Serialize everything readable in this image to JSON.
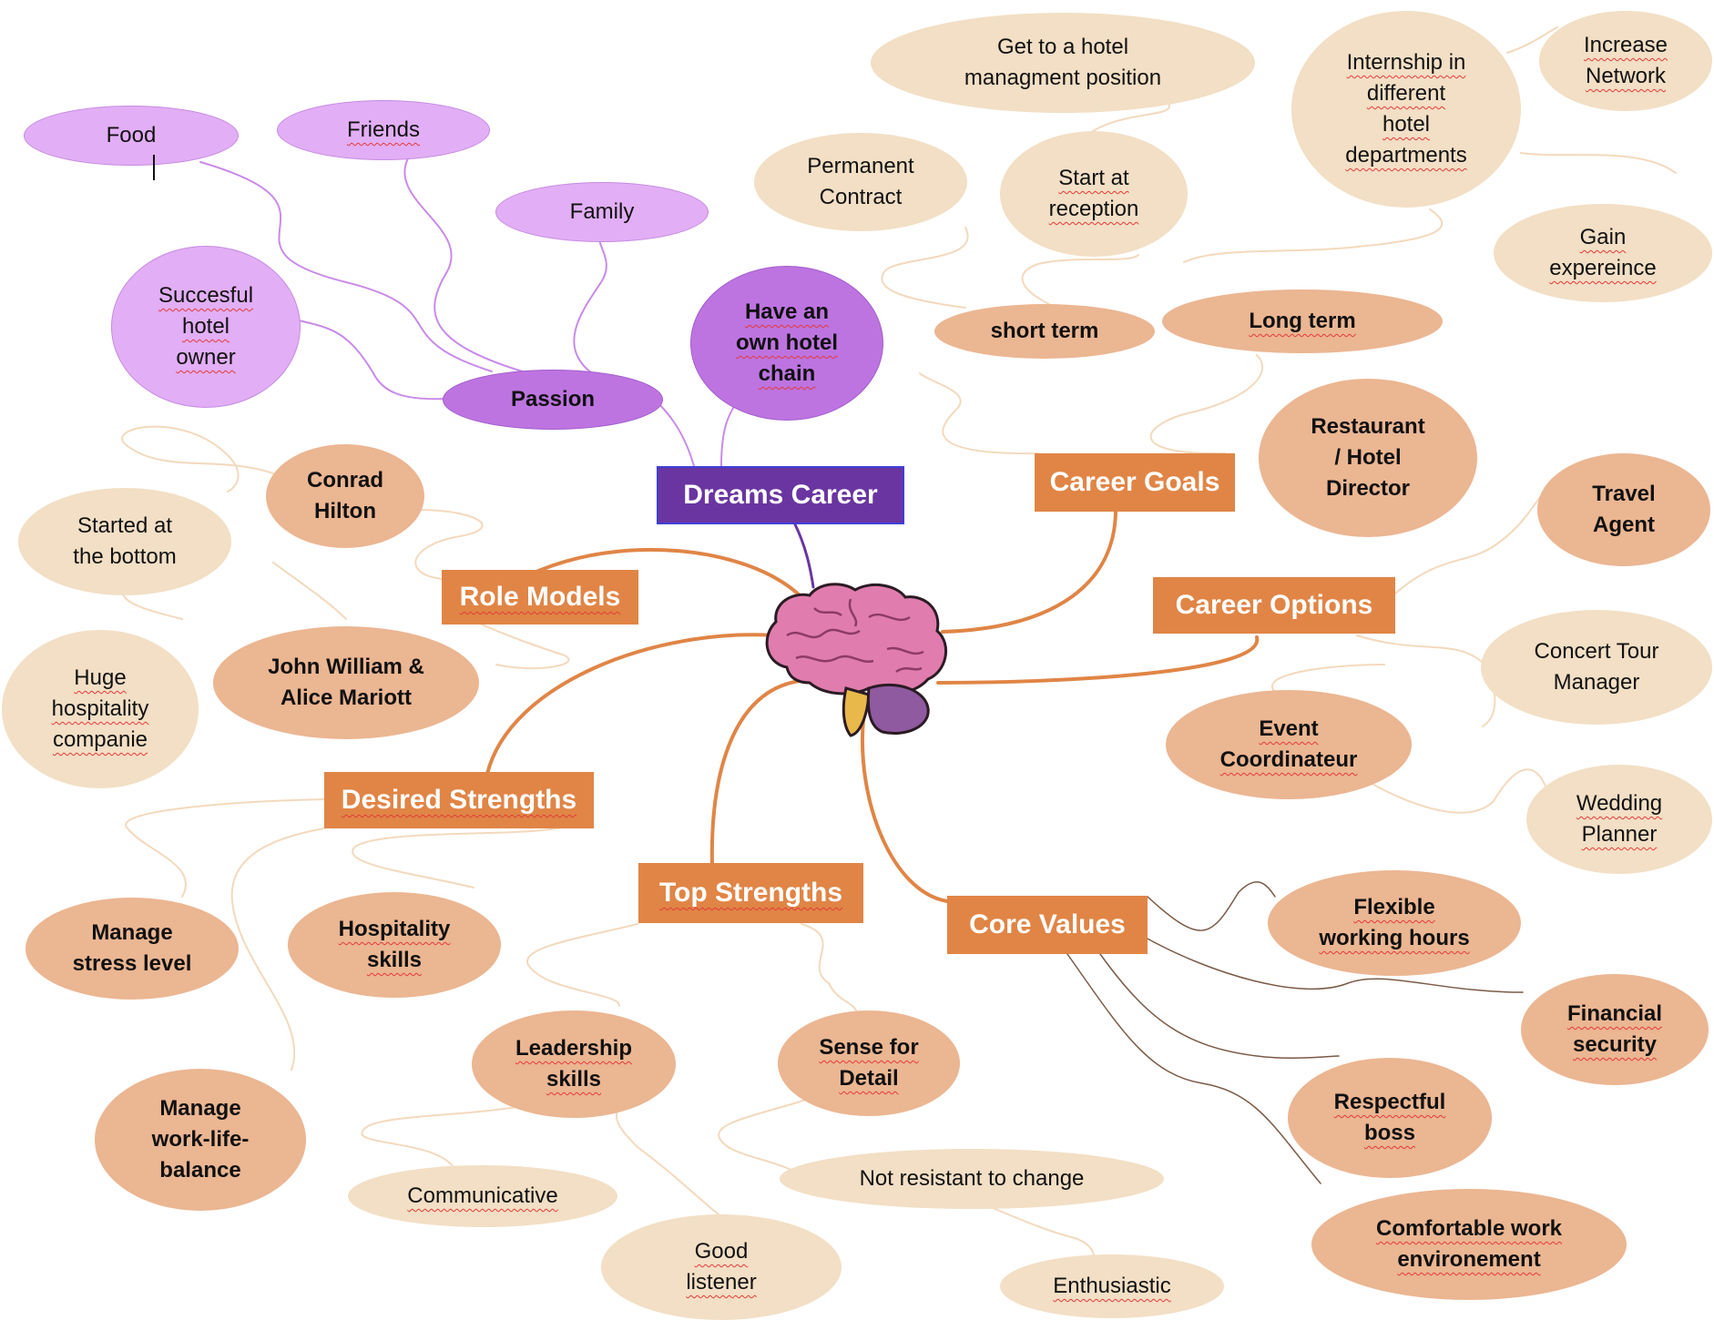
{
  "center": {
    "title": "Dreams Career"
  },
  "categories": [
    {
      "id": "role-models",
      "label": "Role Models"
    },
    {
      "id": "career-goals",
      "label": "Career Goals"
    },
    {
      "id": "career-options",
      "label": "Career Options"
    },
    {
      "id": "desired-strengths",
      "label": "Desired Strengths"
    },
    {
      "id": "top-strengths",
      "label": "Top Strengths"
    },
    {
      "id": "core-values",
      "label": "Core Values"
    }
  ],
  "passion": {
    "label": "Passion",
    "items": [
      "Food",
      "Friends",
      "Family",
      "Succesful\nhotel\nowner"
    ],
    "goal": "Have an\nown hotel\nchain"
  },
  "career_goals": {
    "short_term": {
      "label": "short term",
      "items": [
        "Permanent\nContract",
        "Start at\nreception",
        "Get to a hotel\nmanagment position"
      ]
    },
    "long_term": {
      "label": "Long term",
      "items": [
        "Internship in\ndifferent\nhotel\ndepartments",
        "Increase\nNetwork",
        "Gain\nexpereince"
      ]
    },
    "target": "Restaurant\n/ Hotel\nDirector"
  },
  "career_options": {
    "items": [
      "Travel\nAgent",
      "Event\nCoordinateur",
      "Concert Tour\nManager",
      "Wedding\nPlanner"
    ]
  },
  "role_models": {
    "items": [
      "Conrad\nHilton",
      "John William &\nAlice Mariott"
    ],
    "notes": [
      "Started at\nthe bottom",
      "Huge\nhospitality\ncompanie"
    ]
  },
  "desired_strengths": {
    "items": [
      "Manage\nstress level",
      "Hospitality\nskills",
      "Manage\nwork-life-\nbalance"
    ]
  },
  "top_strengths": {
    "items": [
      "Leadership\nskills",
      "Sense for\nDetail"
    ],
    "notes": [
      "Communicative",
      "Good\nlistener",
      "Not resistant to change",
      "Enthusiastic"
    ]
  },
  "core_values": {
    "items": [
      "Flexible\nworking hours",
      "Financial\nsecurity",
      "Respectful\nboss",
      "Comfortable work\nenvironement"
    ]
  },
  "colors": {
    "center_box": "#6a35a0",
    "category_box": "#e08546",
    "strong_line": "#e08546",
    "light_line": "#f3d9bd",
    "purple_light": "#e2aef5",
    "purple_medium": "#bd74e0",
    "beige": "#f2dfc5",
    "peach": "#ebb692"
  },
  "icons": [
    "brain-icon"
  ]
}
